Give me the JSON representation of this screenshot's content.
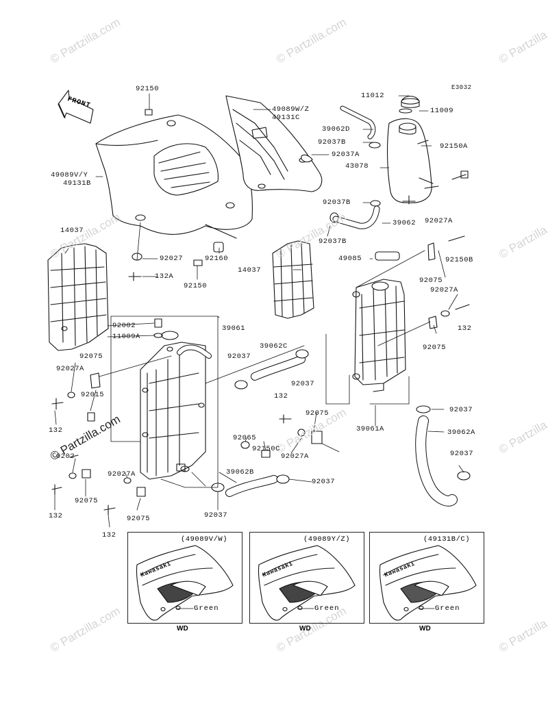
{
  "diagram_code": "E3032",
  "front_label": "FRONT",
  "watermark_text": "© Partzilla.com",
  "parts": [
    {
      "id": "p1",
      "text": "92150"
    },
    {
      "id": "p2",
      "text": "49089V/Y"
    },
    {
      "id": "p3",
      "text": "49131B"
    },
    {
      "id": "p4",
      "text": "49089W/Z"
    },
    {
      "id": "p5",
      "text": "49131C"
    },
    {
      "id": "p6",
      "text": "11012"
    },
    {
      "id": "p7",
      "text": "11009"
    },
    {
      "id": "p8",
      "text": "39062D"
    },
    {
      "id": "p9",
      "text": "92037B"
    },
    {
      "id": "p10",
      "text": "92037A"
    },
    {
      "id": "p11",
      "text": "92150A"
    },
    {
      "id": "p12",
      "text": "43078"
    },
    {
      "id": "p13",
      "text": "92037B"
    },
    {
      "id": "p14",
      "text": "39062"
    },
    {
      "id": "p15",
      "text": "92037B"
    },
    {
      "id": "p16",
      "text": "92027A"
    },
    {
      "id": "p17",
      "text": "92150B"
    },
    {
      "id": "p18",
      "text": "14037"
    },
    {
      "id": "p19",
      "text": "92027"
    },
    {
      "id": "p20",
      "text": "132A"
    },
    {
      "id": "p21",
      "text": "92160"
    },
    {
      "id": "p22",
      "text": "92150"
    },
    {
      "id": "p23",
      "text": "14037"
    },
    {
      "id": "p24",
      "text": "49085"
    },
    {
      "id": "p25",
      "text": "92075"
    },
    {
      "id": "p26",
      "text": "92027A"
    },
    {
      "id": "p27",
      "text": "132"
    },
    {
      "id": "p28",
      "text": "92002"
    },
    {
      "id": "p29",
      "text": "11009A"
    },
    {
      "id": "p30",
      "text": "39061"
    },
    {
      "id": "p31",
      "text": "39062C"
    },
    {
      "id": "p32",
      "text": "92037"
    },
    {
      "id": "p33",
      "text": "92037"
    },
    {
      "id": "p34",
      "text": "92075"
    },
    {
      "id": "p35",
      "text": "92075"
    },
    {
      "id": "p36",
      "text": "92027A"
    },
    {
      "id": "p37",
      "text": "92015"
    },
    {
      "id": "p38",
      "text": "132"
    },
    {
      "id": "p39",
      "text": "132"
    },
    {
      "id": "p40",
      "text": "92065"
    },
    {
      "id": "p41",
      "text": "92150C"
    },
    {
      "id": "p42",
      "text": "92075"
    },
    {
      "id": "p43",
      "text": "92037"
    },
    {
      "id": "p44",
      "text": "39061A"
    },
    {
      "id": "p45",
      "text": "92027A"
    },
    {
      "id": "p46",
      "text": "39062A"
    },
    {
      "id": "p47",
      "text": "9202"
    },
    {
      "id": "p48",
      "text": "92027A"
    },
    {
      "id": "p49",
      "text": "39062B"
    },
    {
      "id": "p50",
      "text": "92037"
    },
    {
      "id": "p51",
      "text": "92037"
    },
    {
      "id": "p52",
      "text": "132"
    },
    {
      "id": "p53",
      "text": "92075"
    },
    {
      "id": "p54",
      "text": "92075"
    },
    {
      "id": "p55",
      "text": "132"
    },
    {
      "id": "p56",
      "text": "92037"
    }
  ],
  "variants": [
    {
      "code": "(49089V/W)",
      "color_label": "Green",
      "model": "WD",
      "decal": "Kawasaki"
    },
    {
      "code": "(49089Y/Z)",
      "color_label": "Green",
      "model": "WD",
      "decal": "Kawasaki"
    },
    {
      "code": "(49131B/C)",
      "color_label": "Green",
      "model": "WD",
      "decal": "Kawasaki"
    }
  ]
}
